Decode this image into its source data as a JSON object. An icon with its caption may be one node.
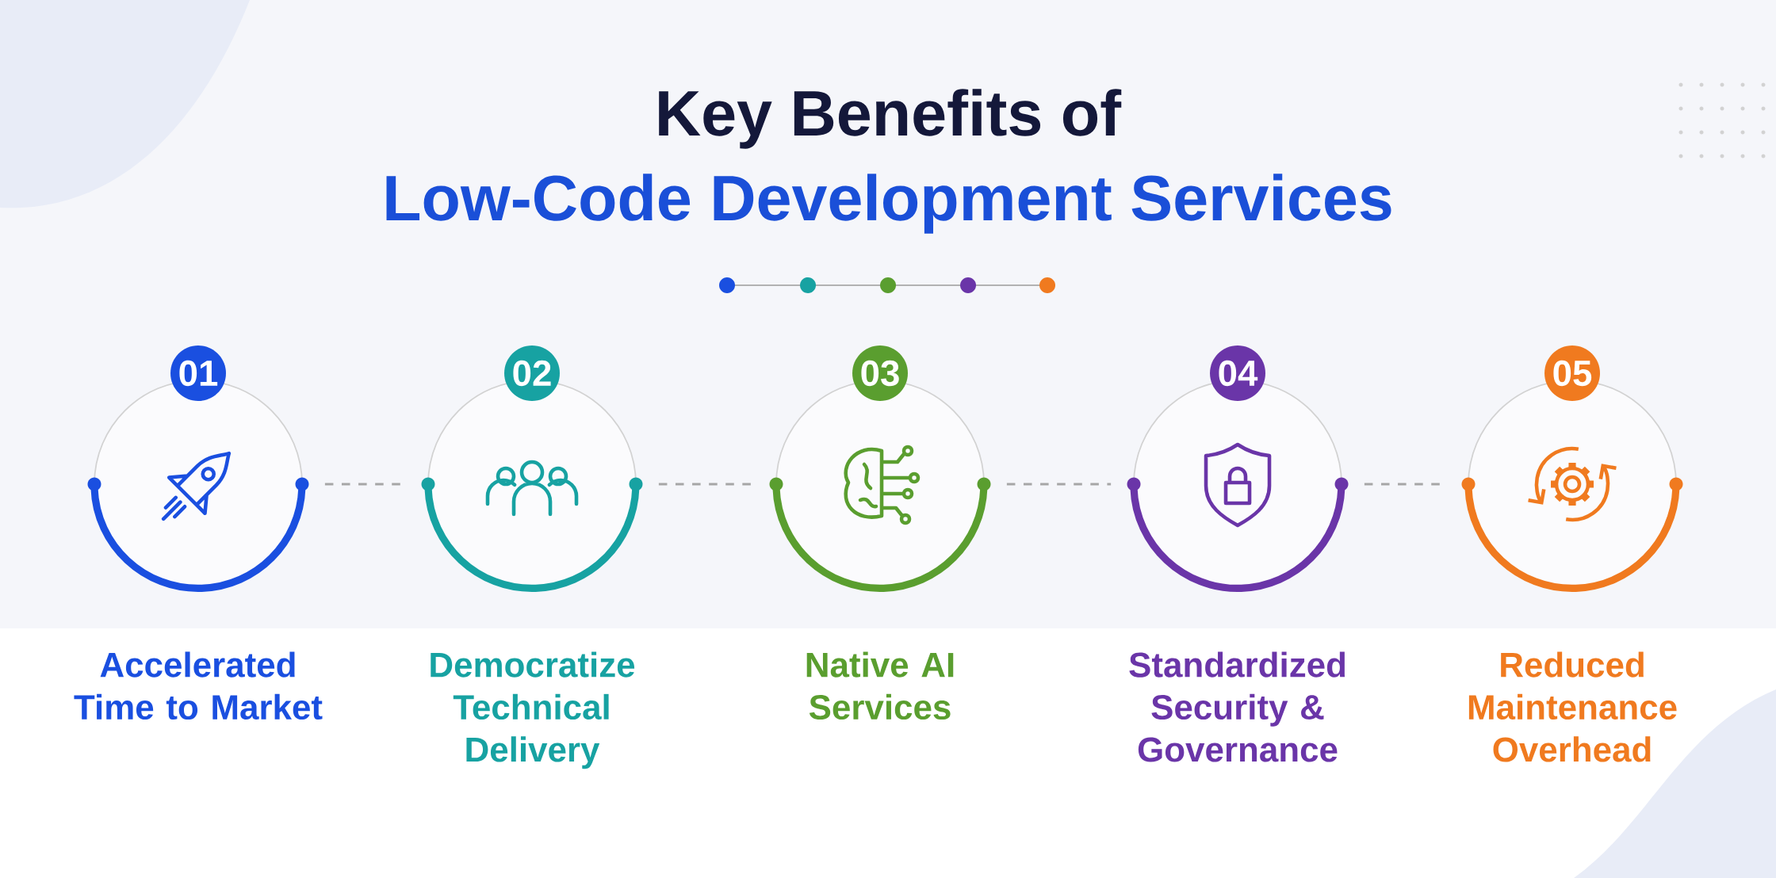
{
  "diagram": {
    "title": "Key Benefits of",
    "nodes": [
      {
        "text": [
          "01",
          "Accelerated Time to Market"
        ]
      },
      {
        "text": [
          "02",
          "Democratize Technical Delivery"
        ]
      },
      {
        "text": [
          "03",
          "Native AI Services"
        ]
      },
      {
        "text": [
          "04",
          "Standardized Security & Governance"
        ]
      },
      {
        "text": [
          "05",
          "Reduced Maintenance Overhead"
        ]
      }
    ],
    "edges": [
      {
        "from": 0,
        "to": 1,
        "arrow": "none",
        "style": "dashed"
      },
      {
        "from": 1,
        "to": 2,
        "arrow": "none",
        "style": "dashed"
      },
      {
        "from": 2,
        "to": 3,
        "arrow": "none",
        "style": "dashed"
      },
      {
        "from": 3,
        "to": 4,
        "arrow": "none",
        "style": "dashed"
      }
    ],
    "labels": [
      "Low-Code Development Services"
    ]
  }
}
